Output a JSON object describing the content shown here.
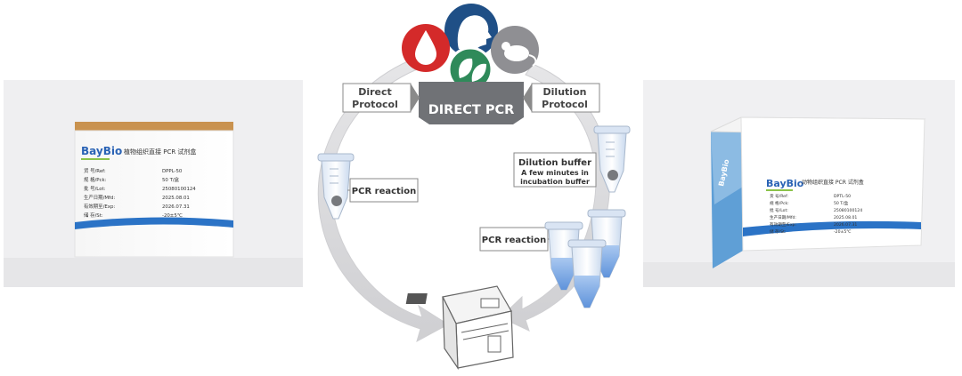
{
  "diagram": {
    "center_title": "DIRECT PCR",
    "left_tag": [
      "Direct",
      "Protocol"
    ],
    "right_tag": [
      "Dilution",
      "Protocol"
    ],
    "pcr_reaction_left": "PCR reaction",
    "dilution_buffer_title": "Dilution buffer",
    "dilution_buffer_desc": [
      "A few minutes in",
      "incubation buffer"
    ],
    "pcr_reaction_right": "PCR reaction",
    "sample_icons": [
      "blood-drop-icon",
      "human-head-icon",
      "mouse-icon",
      "leaf-icon"
    ],
    "colors": {
      "blood": "#d42a2a",
      "human": "#1f4f86",
      "mouse": "#8f8f93",
      "plant": "#2f8a5a",
      "arrow": "#d8d8da"
    }
  },
  "box_left": {
    "brand": "BayBio",
    "product": "植物组织直接 PCR 试剂盒",
    "rows": [
      {
        "label": "货        号/Ref:",
        "value": "DPPL-50"
      },
      {
        "label": "规        格/Pck:",
        "value": "50 T/盒"
      },
      {
        "label": "批        号/Lot:",
        "value": "25080100124"
      },
      {
        "label": "生产日期/Mfd:",
        "value": "2025.08.01"
      },
      {
        "label": "有效期至/Exp:",
        "value": "2026.07.31"
      },
      {
        "label": "储        存/St:",
        "value": "-20±5℃"
      }
    ]
  },
  "box_right": {
    "brand": "BayBio",
    "product": "动物组织直接 PCR 试剂盒",
    "rows": [
      {
        "label": "货        号/Ref:",
        "value": "DPTL-50"
      },
      {
        "label": "规        格/Pck:",
        "value": "50 T/盒"
      },
      {
        "label": "批        号/Lot:",
        "value": "25080100124"
      },
      {
        "label": "生产日期/Mfd:",
        "value": "2025.08.01"
      },
      {
        "label": "有效期至/Exp:",
        "value": "2026.07.31"
      },
      {
        "label": "储        存/St:",
        "value": "-20±5℃"
      }
    ]
  }
}
